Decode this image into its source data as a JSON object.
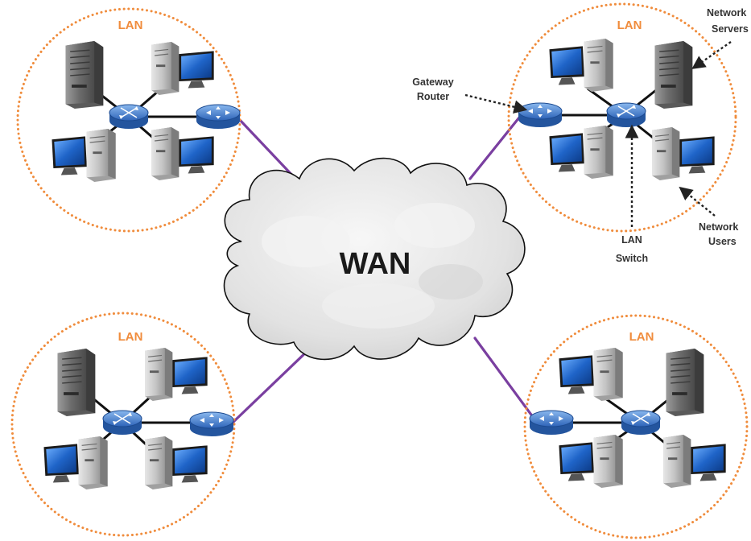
{
  "wan": {
    "label": "WAN"
  },
  "lans": [
    {
      "label": "LAN"
    },
    {
      "label": "LAN"
    },
    {
      "label": "LAN"
    },
    {
      "label": "LAN"
    }
  ],
  "callouts": {
    "gateway_router": [
      "Gateway",
      "Router"
    ],
    "lan_switch": [
      "LAN",
      "Switch"
    ],
    "network_servers": [
      "Network",
      "Servers"
    ],
    "network_users": [
      "Network",
      "Users"
    ]
  },
  "colors": {
    "lan_border": "#f08c3c",
    "lan_label": "#f08c3c",
    "wan_link": "#7a3fa0",
    "device_blue": "#3a74c4",
    "cloud": "#e4e4e4"
  },
  "icons": {
    "server": "server-tower-icon",
    "workstation": "desktop-computer-icon",
    "switch": "lan-switch-icon",
    "router": "gateway-router-icon",
    "cloud": "wan-cloud-icon"
  }
}
